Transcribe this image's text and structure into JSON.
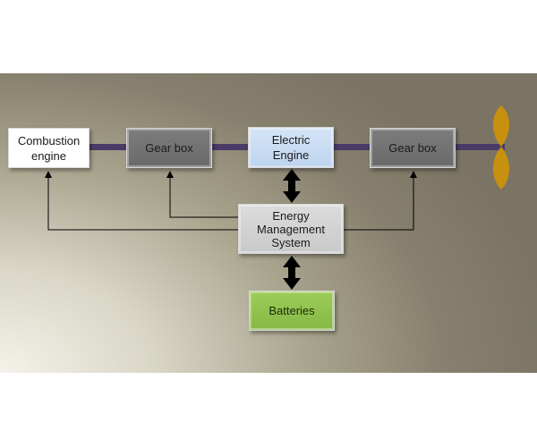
{
  "nodes": {
    "combustion_engine": "Combustion\nengine",
    "gear_box_1": "Gear box",
    "electric_engine": "Electric\nEngine",
    "gear_box_2": "Gear box",
    "energy_management_system": "Energy\nManagement\nSystem",
    "batteries": "Batteries"
  },
  "colors": {
    "shaft": "#4a3a66",
    "propeller": "#c8900f",
    "combustion_engine": "#ffffff",
    "gear_box": "#727272",
    "electric_engine": "#c9dcf2",
    "energy_management_system": "#d2d2d2",
    "batteries": "#92c44f",
    "connector": "#000000"
  },
  "icons": {
    "propeller": "propeller-icon"
  }
}
